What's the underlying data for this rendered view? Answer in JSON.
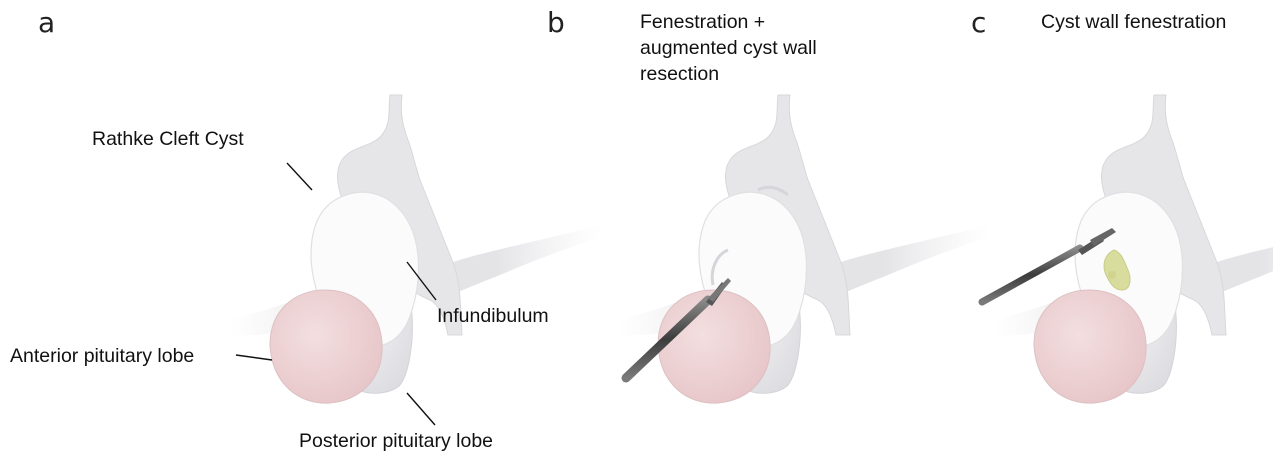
{
  "panels": [
    {
      "letter": "a"
    },
    {
      "letter": "b",
      "title_lines": [
        "Fenestration +",
        "augmented cyst wall",
        "resection"
      ]
    },
    {
      "letter": "c",
      "title_lines": [
        "Cyst wall fenestration"
      ]
    }
  ],
  "labels": {
    "rathke_cleft_cyst": "Rathke Cleft Cyst",
    "infundibulum": "Infundibulum",
    "anterior_pituitary_lobe": "Anterior pituitary lobe",
    "posterior_pituitary_lobe": "Posterior pituitary lobe"
  },
  "colors": {
    "background": "#ffffff",
    "stalk_tissue": "#e6e6e8",
    "cyst": "#fbfbfb",
    "anterior_lobe": "#eed3d5",
    "posterior_lobe": "#ececee",
    "cyst_fluid": "#d8dc9c",
    "instrument": "#555555",
    "leader_line": "#111111"
  }
}
